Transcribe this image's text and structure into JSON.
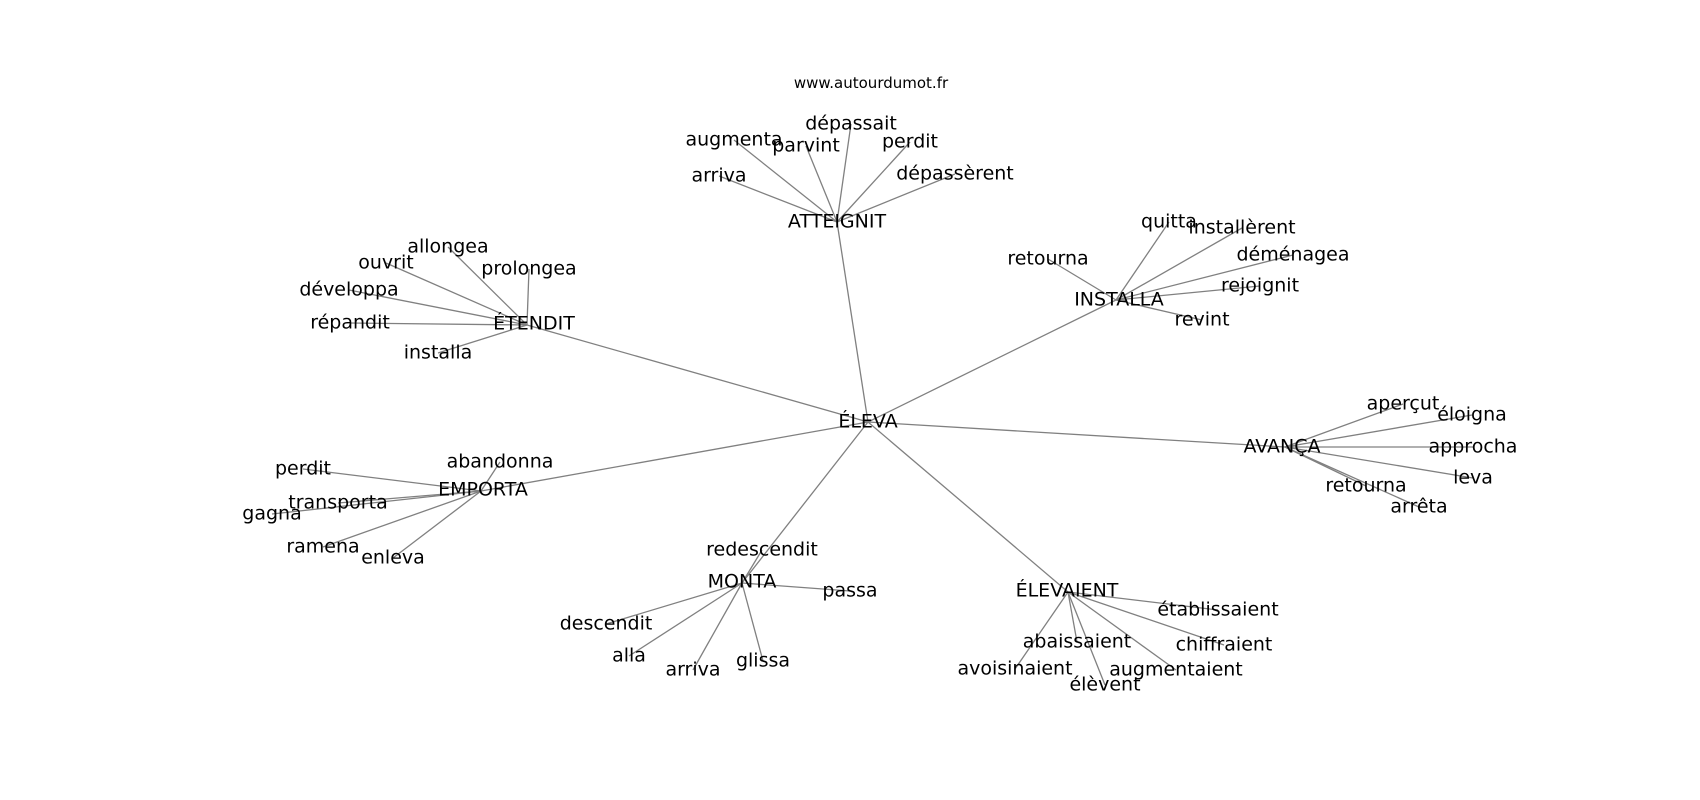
{
  "source": "www.autourdumot.fr",
  "center": "ÉLEVA",
  "clusters": [
    {
      "hub": "ATTEIGNIT",
      "words": [
        "augmenta",
        "dépassait",
        "parvint",
        "perdit",
        "arriva",
        "dépassèrent"
      ]
    },
    {
      "hub": "ÉTENDIT",
      "words": [
        "allongea",
        "ouvrit",
        "prolongea",
        "développa",
        "répandit",
        "installa"
      ]
    },
    {
      "hub": "INSTALLA",
      "words": [
        "quitta",
        "installèrent",
        "retourna",
        "déménagea",
        "rejoignit",
        "revint"
      ]
    },
    {
      "hub": "AVANÇA",
      "words": [
        "aperçut",
        "éloigna",
        "approcha",
        "leva",
        "retourna",
        "arrêta"
      ]
    },
    {
      "hub": "EMPORTA",
      "words": [
        "abandonna",
        "perdit",
        "transporta",
        "gagna",
        "ramena",
        "enleva"
      ]
    },
    {
      "hub": "MONTA",
      "words": [
        "redescendit",
        "passa",
        "descendit",
        "alla",
        "arriva",
        "glissa"
      ]
    },
    {
      "hub": "ÉLEVAIENT",
      "words": [
        "établissaient",
        "abaissaient",
        "chiffraient",
        "avoisinaient",
        "augmentaient",
        "élèvent"
      ]
    }
  ]
}
